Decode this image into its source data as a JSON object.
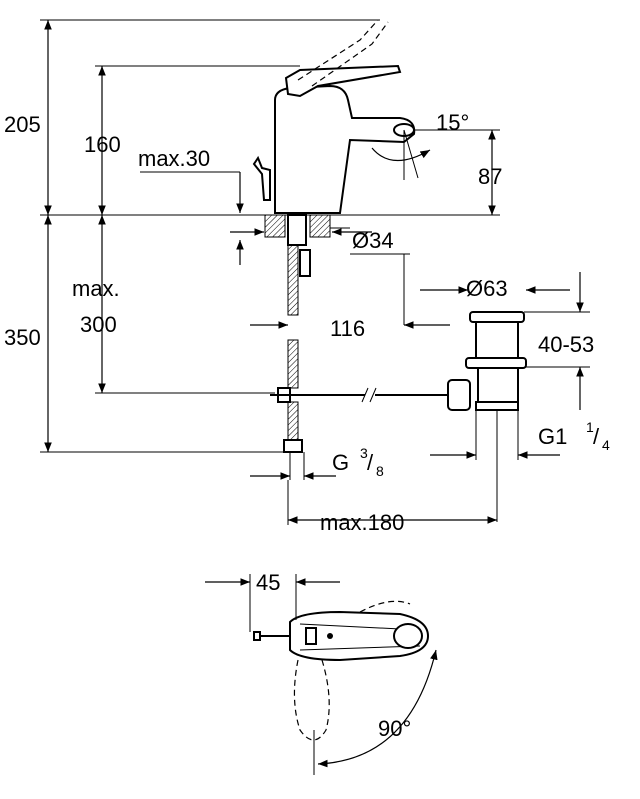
{
  "dimensions": {
    "total_height": "205",
    "spout_height": "160",
    "max_deck": "max.30",
    "spout_angle": "15°",
    "spout_reach": "87",
    "hole_diameter": "Ø34",
    "max_label": "max.",
    "max_value": "300",
    "below_height": "350",
    "flange_diameter": "Ø63",
    "offset": "116",
    "popup_range": "40-53",
    "thread_g1_main": "G1",
    "thread_g1_num": "1",
    "thread_g1_den": "4",
    "thread_g38_main": "G",
    "thread_g38_num": "3",
    "thread_g38_den": "8",
    "max_reach": "max.180",
    "lever_offset": "45",
    "rotation_angle": "90°"
  }
}
